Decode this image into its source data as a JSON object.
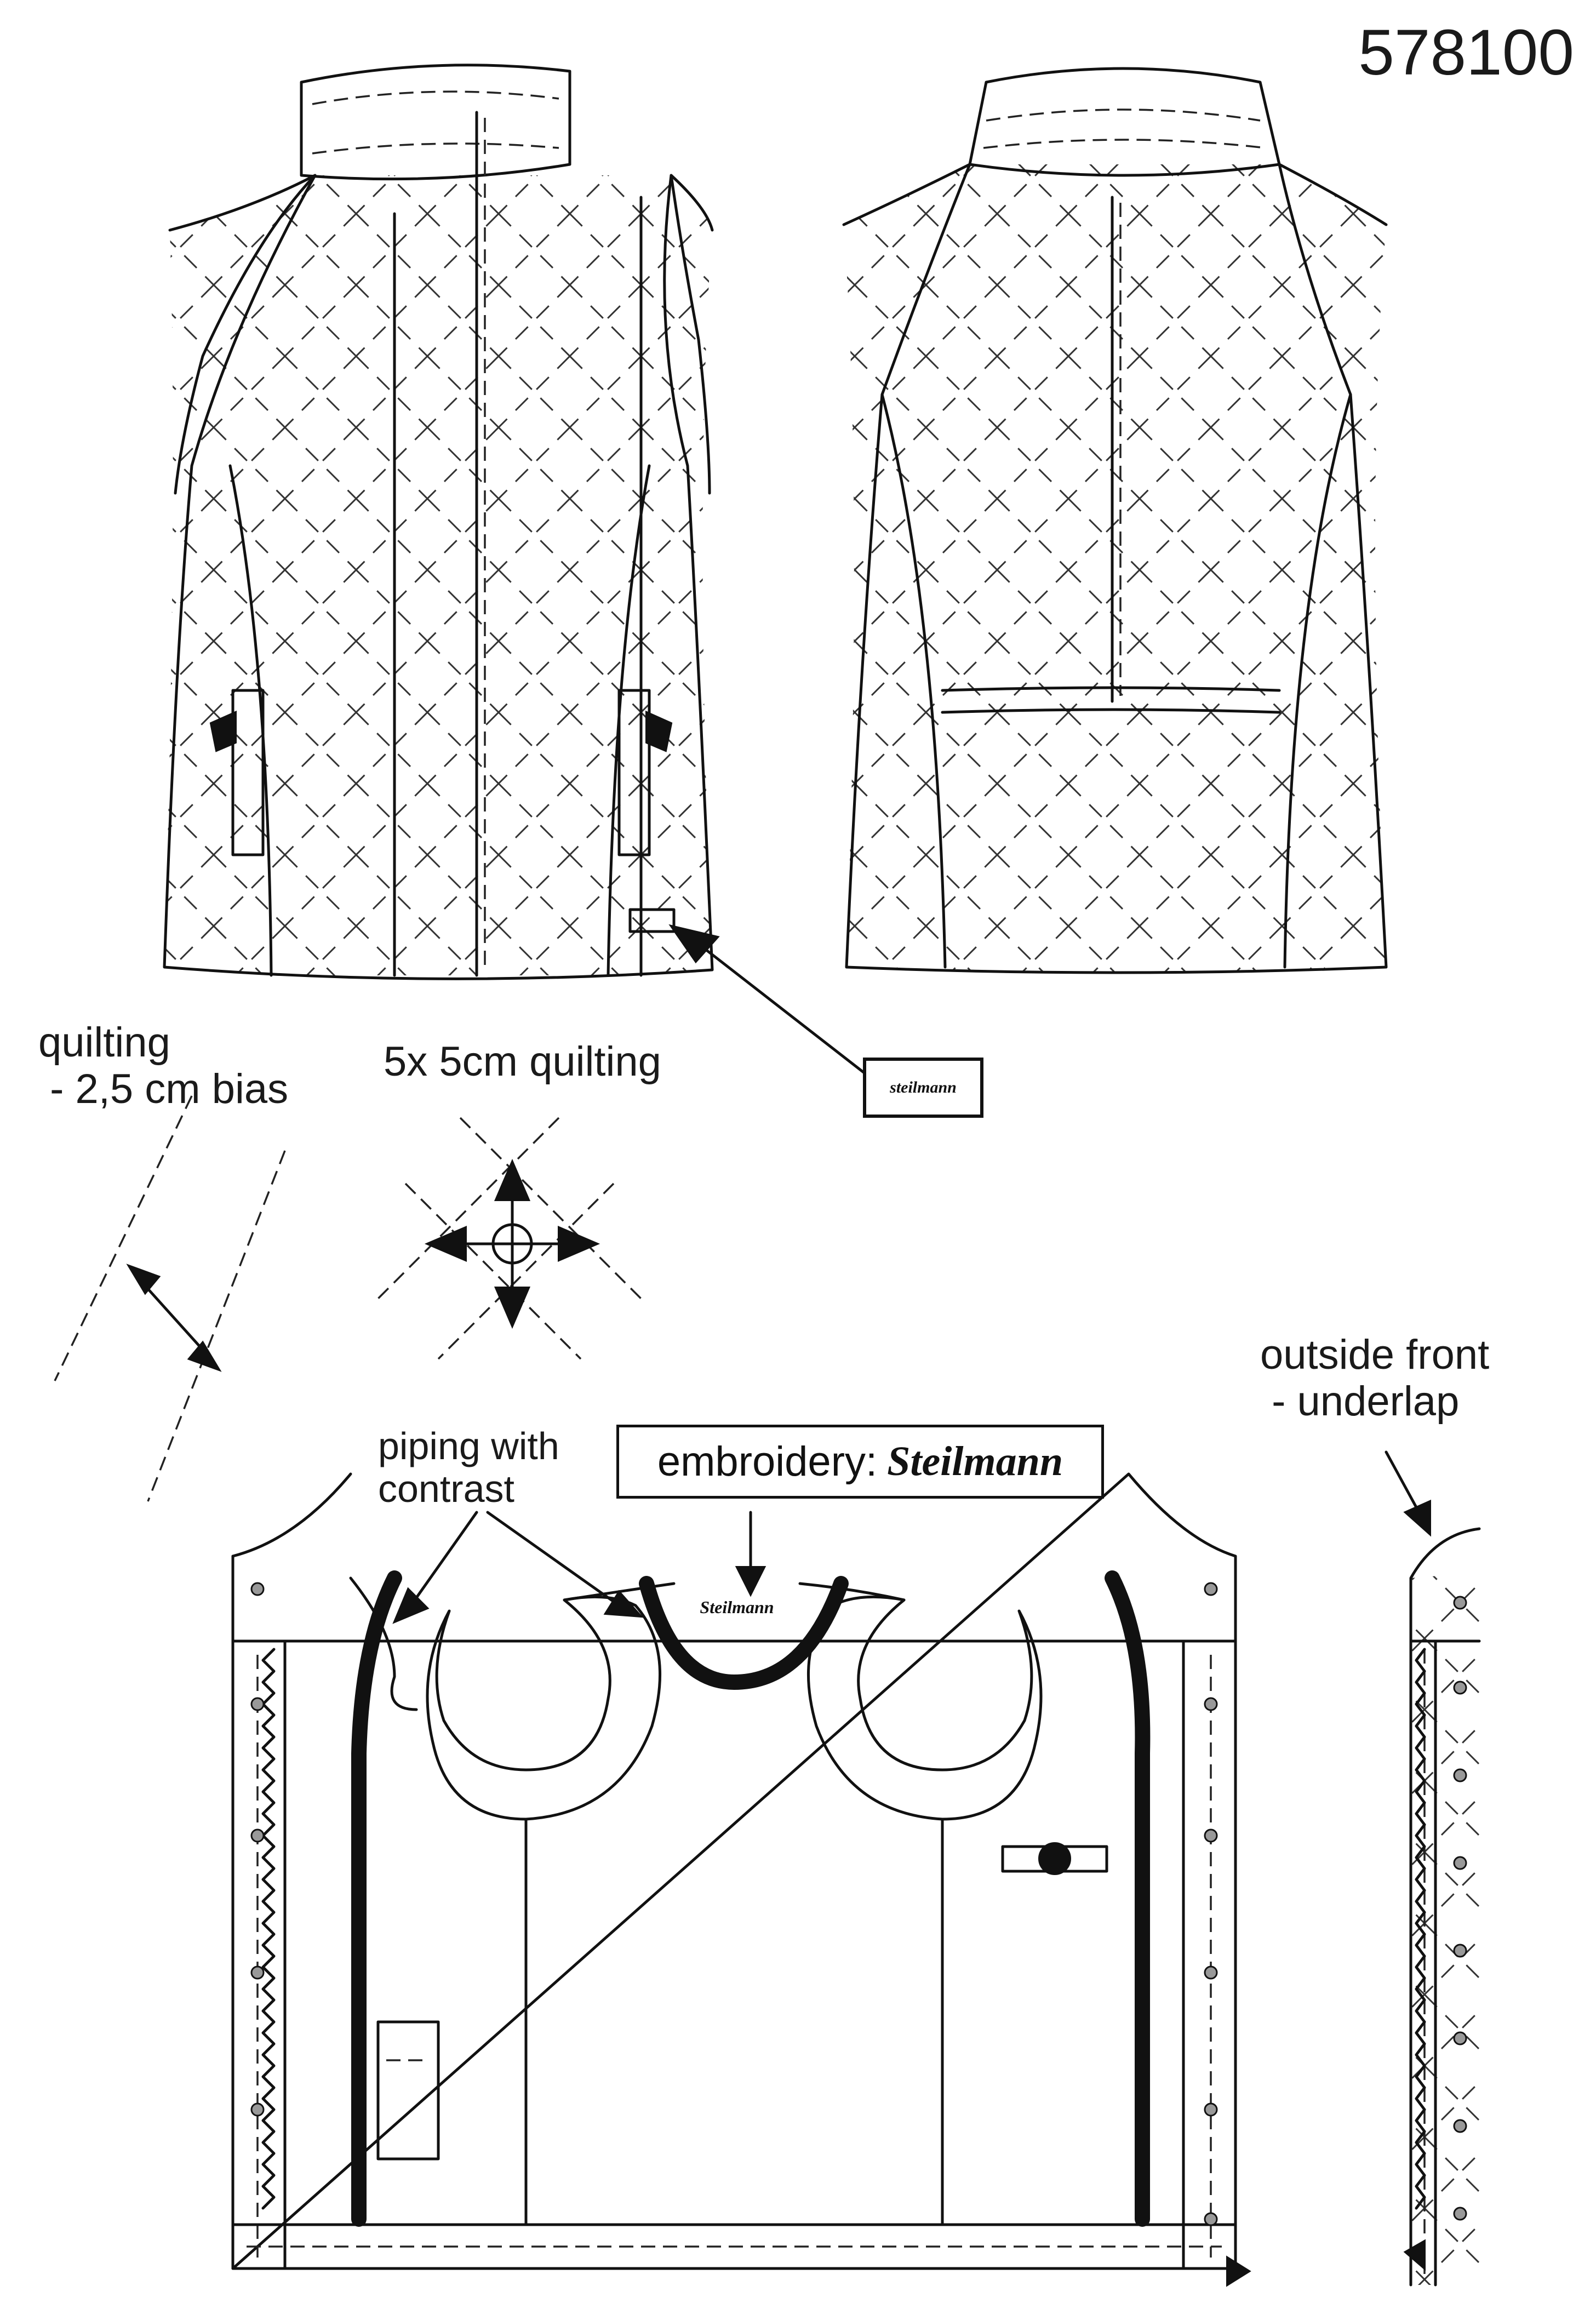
{
  "style_number": "578100",
  "annotations": {
    "quilting_bias": "quilting\n - 2,5 cm bias",
    "quilting_grid": "5x 5cm quilting",
    "piping": "piping with\ncontrast",
    "embroidery_prefix": "embroidery:",
    "embroidery_brand": "Steilmann",
    "outside_front": "outside front\n - underlap"
  },
  "label_tag_text": "steilmann",
  "neck_embroidery_text": "Steilmann"
}
